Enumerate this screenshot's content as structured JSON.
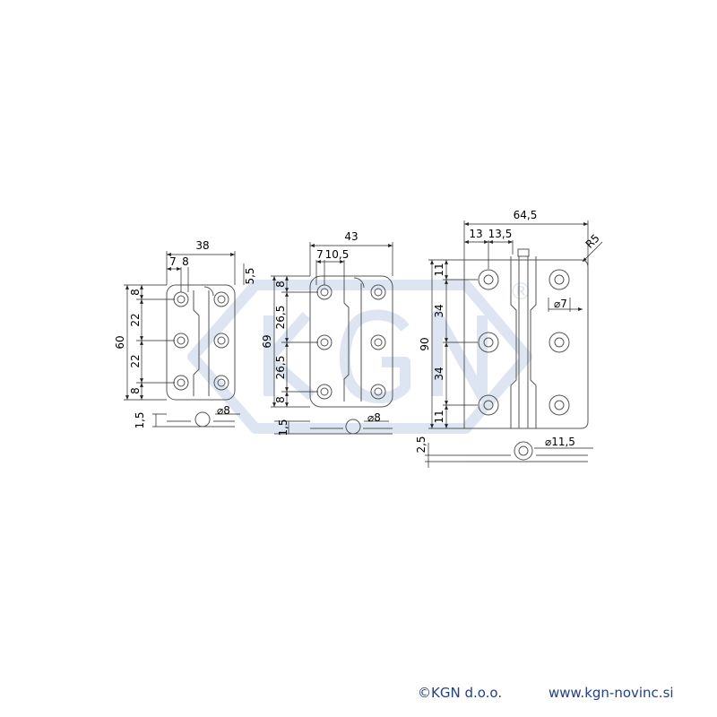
{
  "watermark": {
    "brand": "KGN",
    "registered": "®"
  },
  "hinge_60": {
    "width": "38",
    "height": "60",
    "offset_a": "7",
    "offset_b": "8",
    "hole_dia": "5,5",
    "edge_top": "8",
    "pitch_1": "22",
    "pitch_2": "22",
    "edge_bottom": "8",
    "thickness": "1,5",
    "knuckle_dia": "⌀8"
  },
  "hinge_69": {
    "width": "43",
    "height": "69",
    "offset_a": "7",
    "offset_b": "10,5",
    "edge_top": "8",
    "pitch_1": "26,5",
    "pitch_2": "26,5",
    "edge_bottom": "8",
    "thickness": "1,5",
    "knuckle_dia": "⌀8"
  },
  "hinge_90": {
    "width": "64,5",
    "height": "90",
    "offset_a": "13",
    "offset_b": "13,5",
    "radius": "R5",
    "hole_dia": "⌀7",
    "edge_top": "11",
    "pitch_1": "34",
    "pitch_2": "34",
    "edge_bottom": "11",
    "thickness": "2,5",
    "knuckle_dia": "⌀11,5"
  },
  "footer": {
    "copyright": "©KGN d.o.o.",
    "website": "www.kgn-novinc.si"
  },
  "colors": {
    "line": "#555555",
    "dimension": "#000000",
    "watermark": "#dce5f1",
    "footer": "#1f3f8f"
  }
}
